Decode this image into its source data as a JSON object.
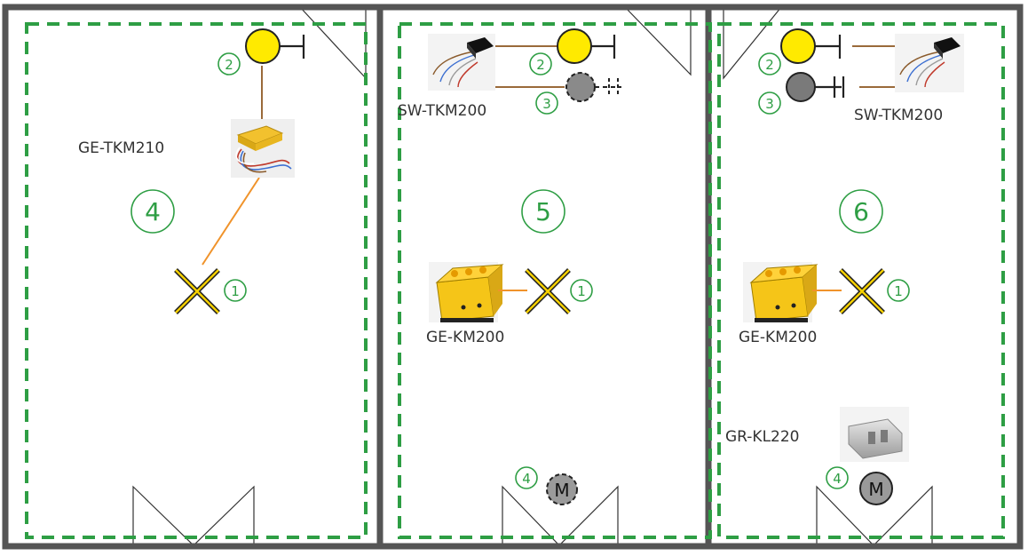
{
  "colors": {
    "wall": "#555555",
    "zone_border": "#2e9e44",
    "number": "#2e9e44",
    "lamp_yellow": "#ffea00",
    "motor_grey": "#8a8a8a",
    "wire_brown": "#9a6a3a",
    "wire_orange": "#f0932b",
    "light_symbol": "#f5d000"
  },
  "rooms": [
    {
      "zone_number": "4",
      "module_label": "GE-TKM210",
      "lamp": {
        "number": "2"
      },
      "light": {
        "number": "1"
      }
    },
    {
      "zone_number": "5",
      "sensor_label": "SW-TKM200",
      "module_label": "GE-KM200",
      "lamp": {
        "number": "2"
      },
      "dimmer": {
        "number": "3"
      },
      "light": {
        "number": "1"
      },
      "motor": {
        "number": "4",
        "text": "M"
      }
    },
    {
      "zone_number": "6",
      "sensor_label": "SW-TKM200",
      "module_label": "GE-KM200",
      "controller_label": "GR-KL220",
      "lamp": {
        "number": "2"
      },
      "dimmer": {
        "number": "3"
      },
      "light": {
        "number": "1"
      },
      "motor": {
        "number": "4",
        "text": "M"
      }
    }
  ]
}
